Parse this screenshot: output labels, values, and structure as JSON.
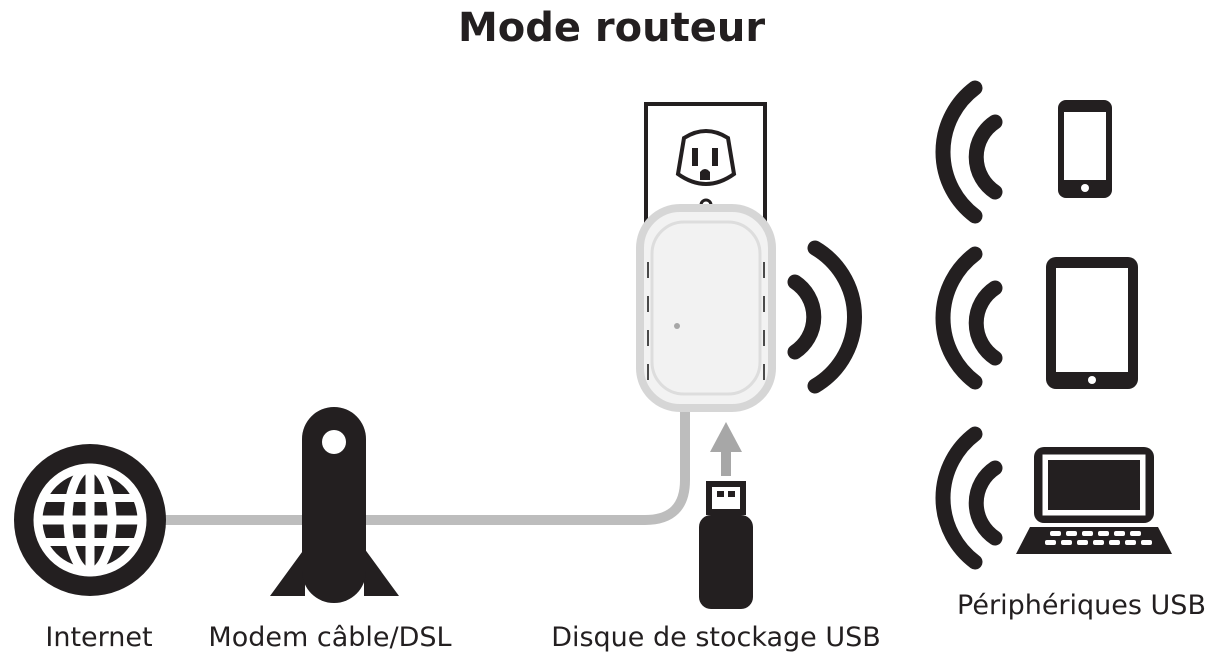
{
  "title": "Mode routeur",
  "labels": {
    "internet": "Internet",
    "modem": "Modem câble/DSL",
    "usb_storage": "Disque de stockage USB",
    "usb_devices": "Périphériques USB"
  },
  "colors": {
    "ink": "#231f20",
    "cable": "#bdbdbd",
    "arrow": "#a7a7a7",
    "router_body": "#f2f2f2",
    "router_rim": "#d6d6d6",
    "background": "#ffffff"
  },
  "icons": [
    "globe-icon",
    "modem-icon",
    "wall-outlet-icon",
    "router-icon",
    "usb-drive-icon",
    "upload-arrow-icon",
    "wifi-signal-icon",
    "smartphone-icon",
    "tablet-icon",
    "laptop-icon"
  ]
}
